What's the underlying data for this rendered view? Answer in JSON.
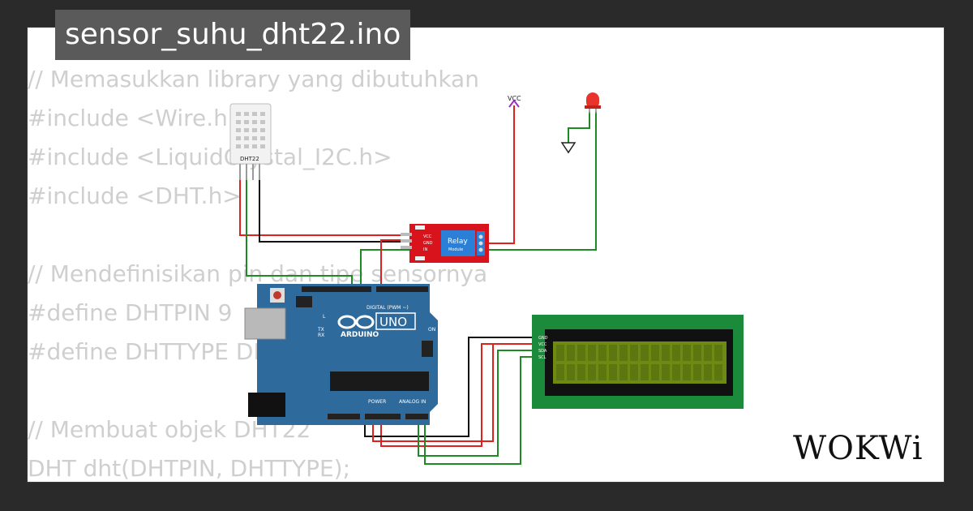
{
  "title": "sensor_suhu_dht22.ino",
  "code_lines": [
    "// Memasukkan library yang dibutuhkan",
    "#include <Wire.h>",
    "#include <LiquidCrystal_I2C.h>",
    "#include <DHT.h>",
    "",
    "// Mendefinisikan pin dan tipe sensornya",
    "#define DHTPIN 9",
    "#define DHTTYPE DHT22",
    "",
    "// Membuat objek DHT22",
    "DHT dht(DHTPIN, DHTTYPE);"
  ],
  "components": {
    "dht22_label": "DHT22",
    "vcc_label": "VCC",
    "relay_label": "Relay",
    "relay_sub": "Module",
    "relay_pins": [
      "VCC",
      "GND",
      "IN"
    ],
    "arduino_brand": "ARDUINO",
    "arduino_model": "UNO",
    "arduino_digital": "DIGITAL (PWM ~)",
    "arduino_power": "POWER",
    "arduino_analog": "ANALOG IN",
    "arduino_on": "ON",
    "arduino_tx": "TX",
    "arduino_rx": "RX",
    "arduino_l": "L",
    "lcd_pins": [
      "GND",
      "VCC",
      "SDA",
      "SCL"
    ]
  },
  "logo": "WOKWi",
  "colors": {
    "background": "#2a2a2a",
    "title_bg": "#5a5a5a",
    "arduino": "#2e6a9c",
    "relay": "#d9131b",
    "lcd_pcb": "#1b8a3a",
    "lcd_screen": "#6e8a12",
    "wire_red": "#e0201c",
    "wire_green": "#1e8a24",
    "wire_black": "#111111",
    "wire_purple": "#9c2fc9"
  }
}
